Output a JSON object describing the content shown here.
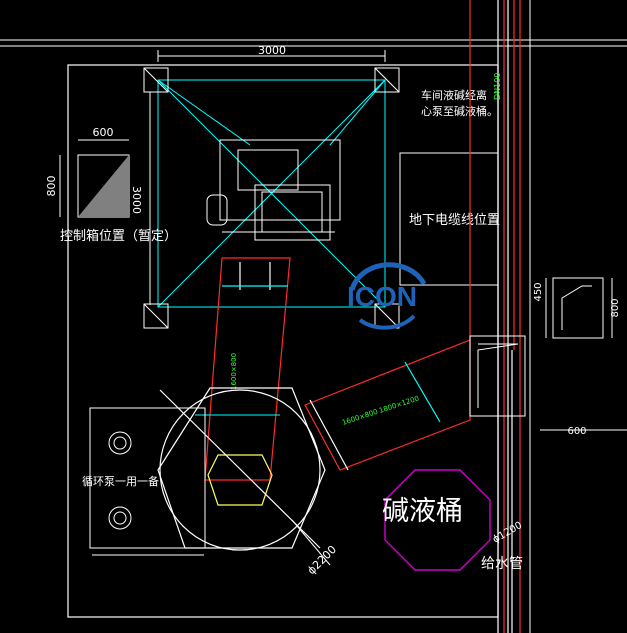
{
  "title": "",
  "dimensions": {
    "room_width": "3000",
    "control_box_width": "600",
    "control_box_height": "800",
    "hopper_side": "3000",
    "cabinet_height": "450",
    "cabinet_width": "800",
    "cabinet_depth": "600",
    "tank_diameter": "ϕ2200",
    "alkali_tank_diameter": "ϕ1200"
  },
  "labels": {
    "control_box": "控制箱位置（暂定）",
    "cable_position": "地下电缆线位置",
    "alkali_pump_note_1": "车间液碱经离",
    "alkali_pump_note_2": "心泵至碱液桶。",
    "circulation_pump": "循环泵一用一备",
    "alkali_tank": "碱液桶",
    "water_pipe": "给水管",
    "pipe_note": "DN100",
    "duct_note_1": "1600×800",
    "duct_note_2": "1600×800",
    "duct_note_3": "1800×1200"
  },
  "logo": {
    "text": "ICON"
  },
  "colors": {
    "background": "#000000",
    "outline": "#ffffff",
    "hopper": "#00ffff",
    "duct": "#ff2b2b",
    "alkali_tank": "#d000d0",
    "logo": "#1e63b8",
    "annotation": "#33ff33"
  }
}
